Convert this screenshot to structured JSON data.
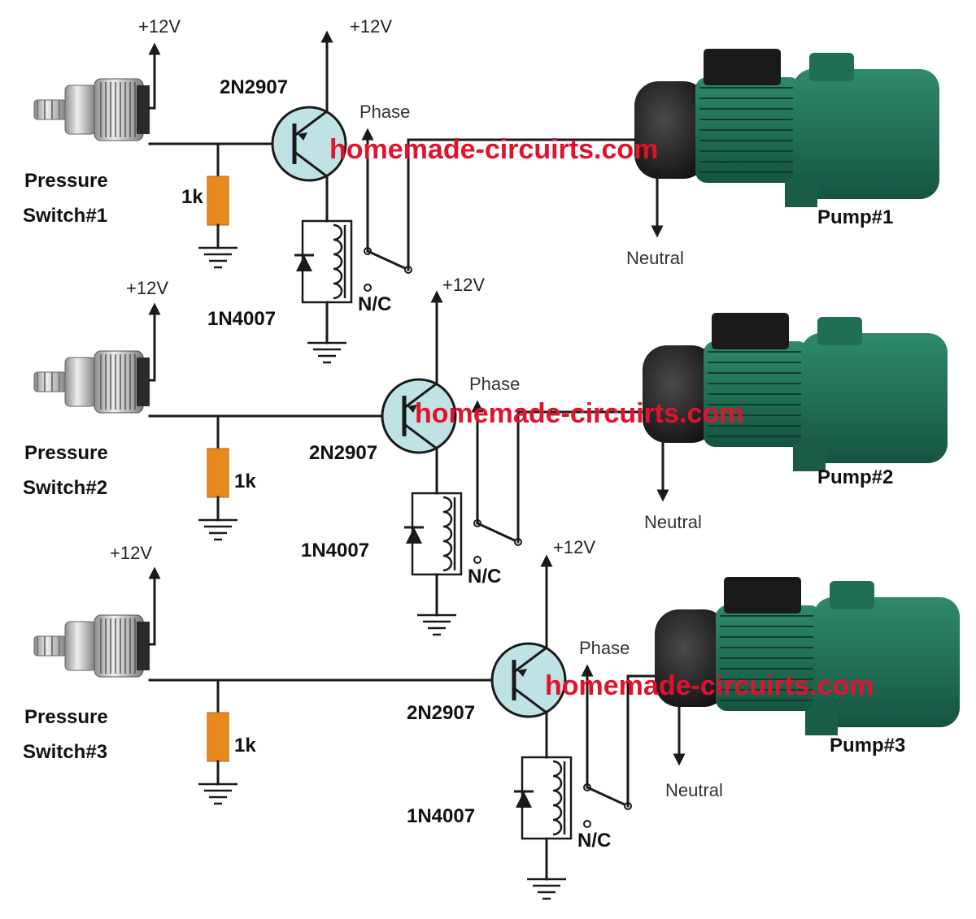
{
  "stages": [
    {
      "sensor_label_line1": "Pressure",
      "sensor_label_line2": "Switch#1",
      "sensor_supply": "+12V",
      "resistor": "1k",
      "transistor": "2N2907",
      "transistor_supply": "+12V",
      "diode": "1N4007",
      "phase": "Phase",
      "nc": "N/C",
      "neutral": "Neutral",
      "pump": "Pump#1",
      "watermark": "homemade-circuirts.com"
    },
    {
      "sensor_label_line1": "Pressure",
      "sensor_label_line2": "Switch#2",
      "sensor_supply": "+12V",
      "resistor": "1k",
      "transistor": "2N2907",
      "transistor_supply": "+12V",
      "diode": "1N4007",
      "phase": "Phase",
      "nc": "N/C",
      "neutral": "Neutral",
      "pump": "Pump#2",
      "watermark": "homemade-circuirts.com"
    },
    {
      "sensor_label_line1": "Pressure",
      "sensor_label_line2": "Switch#3",
      "sensor_supply": "+12V",
      "resistor": "1k",
      "transistor": "2N2907",
      "transistor_supply": "+12V",
      "diode": "1N4007",
      "phase": "Phase",
      "nc": "N/C",
      "neutral": "Neutral",
      "pump": "Pump#3",
      "watermark": "homemade-circuirts.com"
    }
  ],
  "colors": {
    "wire": "#1a1a1a",
    "resistor": "#e98a1f",
    "transistor_fill": "#bfe2e4",
    "pump_green": "#1f6e55",
    "pump_dark": "#1c1c1c",
    "watermark": "#e3122b"
  },
  "icons": [
    "pressure-switch-icon",
    "pump-motor-icon",
    "ground-icon",
    "relay-coil-icon",
    "diode-icon",
    "pnp-transistor-icon",
    "resistor-icon"
  ]
}
